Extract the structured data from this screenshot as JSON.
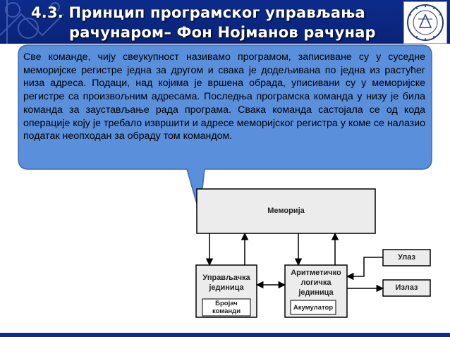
{
  "header": {
    "title_line1": "4.3. Принцип програмског управљања",
    "title_line2": "рачунаром– Фон Нојманов рачунар"
  },
  "callout": {
    "text": "Све команде, чију свеукупност називамо програмом, записиване су у суседне меморијске регистре једна за другом и свака је додељивана по једна из растућег низа адреса. Подаци, над којима је вршена обрада, уписивани су у меморијске регистре са произвољним адресама. Последња програмска команда у низу је била команда за заустављање рада програма. Свака команда састојала се од кода операције коју је требало извршити и адресе меморијског регистра у коме се налазио податак неопходан за обраду том командом."
  },
  "diagram": {
    "memory": "Меморија",
    "control_unit_line1": "Управљачка",
    "control_unit_line2": "јединица",
    "counter_line1": "Бројач",
    "counter_line2": "команди",
    "alu_line1": "Аритметичко",
    "alu_line2": "логичка",
    "alu_line3": "јединица",
    "accumulator": "Акумулатор",
    "input": "Улаз",
    "output": "Излаз"
  },
  "colors": {
    "banner": "#0c2b8a",
    "bubble_fill": "#5a8fdc",
    "bubble_stroke": "#3d6ab0",
    "box_fill": "#ececec"
  }
}
